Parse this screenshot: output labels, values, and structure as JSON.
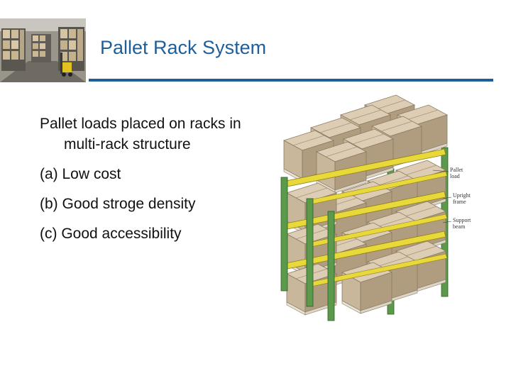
{
  "slide": {
    "title": "Pallet Rack System",
    "bullets": [
      "Pallet loads placed on racks in multi-rack structure",
      "(a) Low cost",
      "(b) Good stroge density",
      "(c) Good accessibility"
    ]
  },
  "diagram": {
    "labels": {
      "pallet_load_1": "Pallet",
      "pallet_load_2": "load",
      "upright_frame_1": "Upright",
      "upright_frame_2": "frame",
      "support_beam_1": "Support",
      "support_beam_2": "beam"
    }
  },
  "colors": {
    "title": "#1f5f99",
    "rule": "#1f5f99",
    "upright": "#5a9a4a",
    "beam": "#e8d83a",
    "box_front": "#c9b79c",
    "box_top": "#ddcdb4",
    "box_side": "#b09d80"
  },
  "icons": {
    "thumbnail": "warehouse-photo"
  }
}
